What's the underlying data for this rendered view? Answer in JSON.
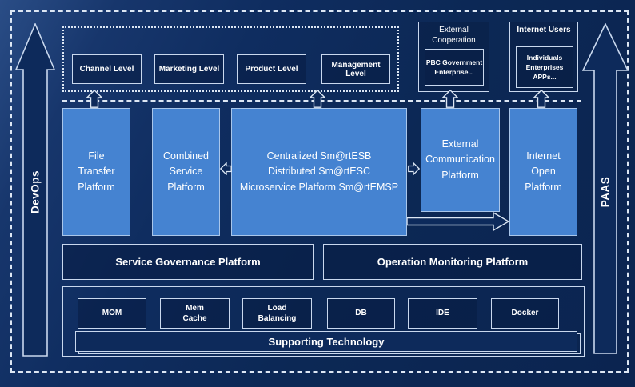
{
  "colors": {
    "background": "#0c2855",
    "platform_blue": "#4583d1",
    "navy_box": "#0d2a5b",
    "border_light": "#c9d8ee"
  },
  "side_rails": {
    "devops": "DevOps",
    "paas": "PAAS"
  },
  "top_band": {
    "levels": [
      "Channel Level",
      "Marketing Level",
      "Product Level",
      "Management Level"
    ],
    "external_cooperation": {
      "title": "External\nCooperation",
      "members": "PBC Government\nEnterprise..."
    },
    "internet_users": {
      "title": "Internet Users",
      "members": "Individuals\nEnterprises\nAPPs..."
    }
  },
  "platforms": {
    "file_transfer": "File\nTransfer\nPlatform",
    "combined_service": "Combined\nService\nPlatform",
    "esb_core": "Centralized Sm@rtESB\nDistributed Sm@rtESC\nMicroservice Platform Sm@rtEMSP",
    "external_communication": "External\nCommunication\nPlatform",
    "internet_open": "Internet\nOpen\nPlatform"
  },
  "management_row": {
    "service_governance": "Service Governance Platform",
    "operation_monitoring": "Operation Monitoring Platform"
  },
  "technology": {
    "items": [
      "MOM",
      "Mem\nCache",
      "Load\nBalancing",
      "DB",
      "IDE",
      "Docker"
    ],
    "supporting": "Supporting Technology"
  }
}
